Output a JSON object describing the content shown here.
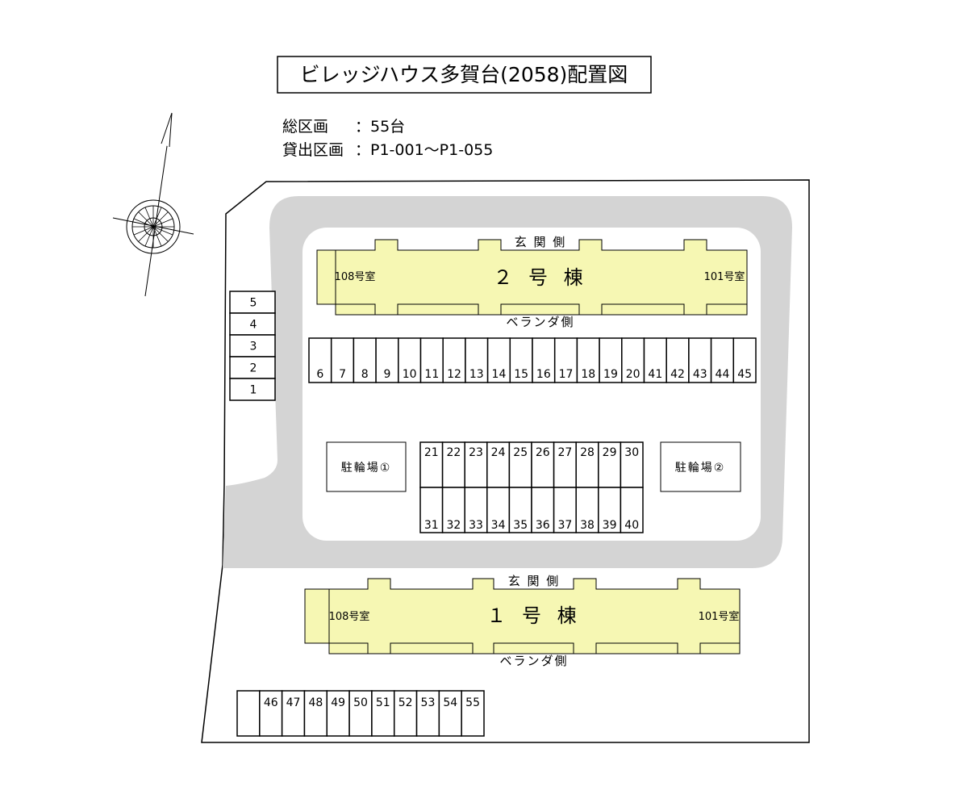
{
  "title": "ビレッジハウス多賀台(2058)配置図",
  "info": {
    "total_label": "総区画",
    "total_value": "：55台",
    "rental_label": "貸出区画",
    "rental_value": "：P1-001〜P1-055"
  },
  "building2": {
    "name": "２ 号 棟",
    "left_room": "108号室",
    "right_room": "101号室",
    "entrance_side": "玄 関 側",
    "veranda_side": "ベランダ側"
  },
  "building1": {
    "name": "１ 号 棟",
    "left_room": "108号室",
    "right_room": "101号室",
    "entrance_side": "玄 関 側",
    "veranda_side": "ベランダ側"
  },
  "bike_parking": {
    "left": "駐輪場①",
    "right": "駐輪場②"
  },
  "spaces": {
    "west_column": [
      "5",
      "4",
      "3",
      "2",
      "1"
    ],
    "north_row": [
      "6",
      "7",
      "8",
      "9",
      "10",
      "11",
      "12",
      "13",
      "14",
      "15",
      "16",
      "17",
      "18",
      "19",
      "20",
      "41",
      "42",
      "43",
      "44",
      "45"
    ],
    "center_top": [
      "21",
      "22",
      "23",
      "24",
      "25",
      "26",
      "27",
      "28",
      "29",
      "30"
    ],
    "center_bottom": [
      "31",
      "32",
      "33",
      "34",
      "35",
      "36",
      "37",
      "38",
      "39",
      "40"
    ],
    "south_row": [
      "46",
      "47",
      "48",
      "49",
      "50",
      "51",
      "52",
      "53",
      "54",
      "55"
    ]
  },
  "colors": {
    "building_fill": "#f6f7b3",
    "road": "#d4d4d4"
  },
  "icons": [
    "compass-rose-icon",
    "north-arrow-icon"
  ]
}
